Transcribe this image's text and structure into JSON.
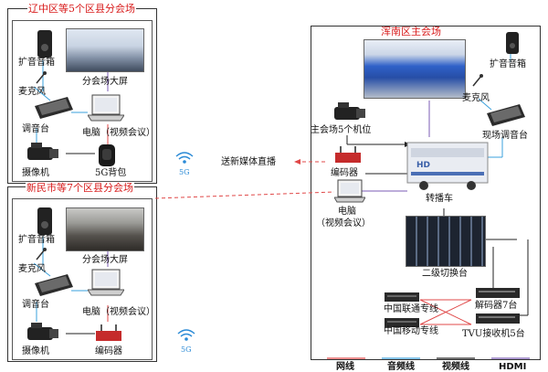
{
  "left_top": {
    "title": "辽中区等5个区县分会场",
    "speaker": "扩音音箱",
    "mic": "麦克风",
    "mixer": "调音台",
    "camera": "摄像机",
    "screen": "分会场大屏",
    "computer": "电脑（视频会议）",
    "backpack": "5G背包"
  },
  "left_bottom": {
    "title": "新民市等7个区县分会场",
    "speaker": "扩音音箱",
    "mic": "麦克风",
    "mixer": "调音台",
    "camera": "摄像机",
    "screen": "分会场大屏",
    "computer": "电脑（视频会议）",
    "encoder": "编码器"
  },
  "signal_5g": "5G",
  "new_media": "送新媒体直播",
  "main": {
    "title": "浑南区主会场",
    "speaker": "扩音音箱",
    "mic": "麦克风",
    "mixer": "现场调音台",
    "cameras": "主会场5个机位",
    "encoder": "编码器",
    "van": "转播车",
    "computer_line1": "电脑",
    "computer_line2": "（视频会议）",
    "switcher": "二级切换台",
    "unicom": "中国联通专线",
    "mobile": "中国移动专线",
    "decoder": "解码器7台",
    "tvu": "TVU接收机5台"
  },
  "legend": {
    "network": "网线",
    "audio": "音频线",
    "video": "视频线",
    "hdmi": "HDMI"
  },
  "colors": {
    "network": "#e04848",
    "audio": "#3aa0dc",
    "video": "#222222",
    "hdmi": "#7b5bb5",
    "title": "#d81b1b"
  }
}
